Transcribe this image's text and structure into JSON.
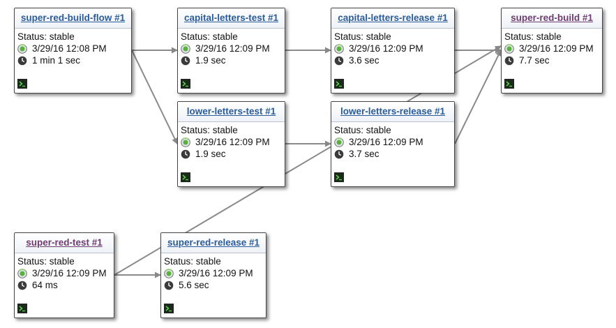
{
  "nodes": {
    "super_red_build_flow": {
      "title": "super-red-build-flow #1",
      "status": "Status: stable",
      "date": "3/29/16 12:08 PM",
      "duration": "1 min 1 sec"
    },
    "capital_letters_test": {
      "title": "capital-letters-test #1",
      "status": "Status: stable",
      "date": "3/29/16 12:09 PM",
      "duration": "1.9 sec"
    },
    "capital_letters_release": {
      "title": "capital-letters-release #1",
      "status": "Status: stable",
      "date": "3/29/16 12:09 PM",
      "duration": "3.6 sec"
    },
    "super_red_build": {
      "title": "super-red-build #1",
      "status": "Status: stable",
      "date": "3/29/16 12:09 PM",
      "duration": "7.7 sec"
    },
    "lower_letters_test": {
      "title": "lower-letters-test #1",
      "status": "Status: stable",
      "date": "3/29/16 12:09 PM",
      "duration": "1.9 sec"
    },
    "lower_letters_release": {
      "title": "lower-letters-release #1",
      "status": "Status: stable",
      "date": "3/29/16 12:09 PM",
      "duration": "3.7 sec"
    },
    "super_red_test": {
      "title": "super-red-test #1",
      "status": "Status: stable",
      "date": "3/29/16 12:09 PM",
      "duration": "64 ms"
    },
    "super_red_release": {
      "title": "super-red-release #1",
      "status": "Status: stable",
      "date": "3/29/16 12:09 PM",
      "duration": "5.6 sec"
    }
  },
  "icons": {
    "status": "build-status-icon",
    "duration": "clock-icon",
    "console": "console-icon"
  },
  "colors": {
    "link": "#2a5c9a",
    "visited_link": "#6e3c70",
    "edge": "#888888",
    "border": "#444444"
  }
}
